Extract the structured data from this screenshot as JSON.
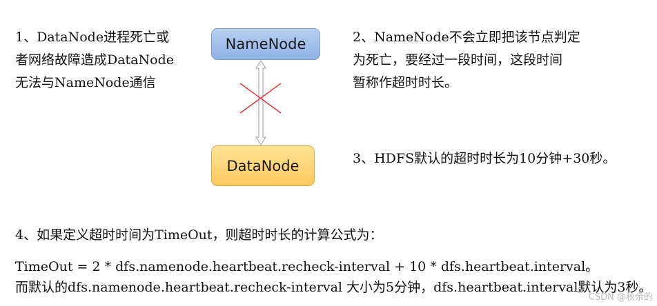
{
  "diagram": {
    "nodes": {
      "namenode": "NameNode",
      "datanode": "DataNode"
    },
    "link_status": "broken (red X across double arrow)"
  },
  "notes": {
    "note1": [
      "1、DataNode进程死亡或",
      "者网络故障造成DataNode",
      "无法与NameNode通信"
    ],
    "note2": [
      "2、NameNode不会立即把该节点判定",
      "为死亡，要经过一段时间，这段时间",
      "暂称作超时时长。"
    ],
    "note3": "3、HDFS默认的超时时长为10分钟+30秒。",
    "note4": "4、如果定义超时时间为TimeOut，则超时时长的计算公式为：",
    "formula": "TimeOut = 2 * dfs.namenode.heartbeat.recheck-interval + 10 * dfs.heartbeat.interval。",
    "defaults": "而默认的dfs.namenode.heartbeat.recheck-interval 大小为5分钟，dfs.heartbeat.interval默认为3秒。"
  },
  "watermark": "CSDN @秋余的",
  "colors": {
    "namenode_fill": "#9dbce9",
    "datanode_fill": "#ffd477",
    "cross": "#e03030"
  }
}
